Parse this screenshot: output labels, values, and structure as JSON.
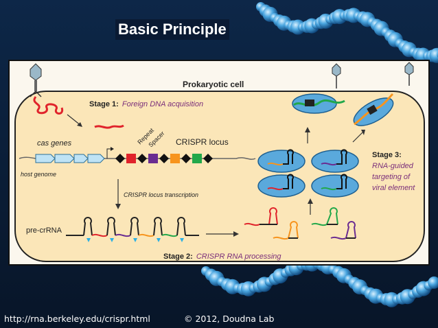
{
  "slide": {
    "title": "Basic Principle",
    "footer_url": "http://rna.berkeley.edu/crispr.html",
    "footer_credit": "© 2012, Doudna Lab"
  },
  "figure": {
    "cell_label": "Prokaryotic cell",
    "stage1": {
      "label": "Stage 1:",
      "text": "Foreign DNA acquisition"
    },
    "stage2": {
      "label": "Stage 2:",
      "text": "CRISPR RNA processing"
    },
    "stage3": {
      "label": "Stage 3:",
      "line1": "RNA-guided",
      "line2": "targeting of",
      "line3": "viral element"
    },
    "cas_genes": "cas genes",
    "host_genome": "host genome",
    "crispr_locus": "CRISPR locus",
    "repeat": "Repeat",
    "spacer": "Spacer",
    "transcription": "CRISPR locus transcription",
    "pre_crrna": "pre-crRNA"
  },
  "colors": {
    "background": "#0b1e3a",
    "cell_fill": "#fbe6b8",
    "cas_gene": "#bfe3f5",
    "spacer_red": "#e0232b",
    "spacer_purple": "#6a2c91",
    "spacer_orange": "#f7941d",
    "spacer_green": "#22a84a",
    "viral_dna": "#e0232b",
    "cascade_blue": "#5aa9dc",
    "cleavage_marker": "#2ab0e4"
  }
}
